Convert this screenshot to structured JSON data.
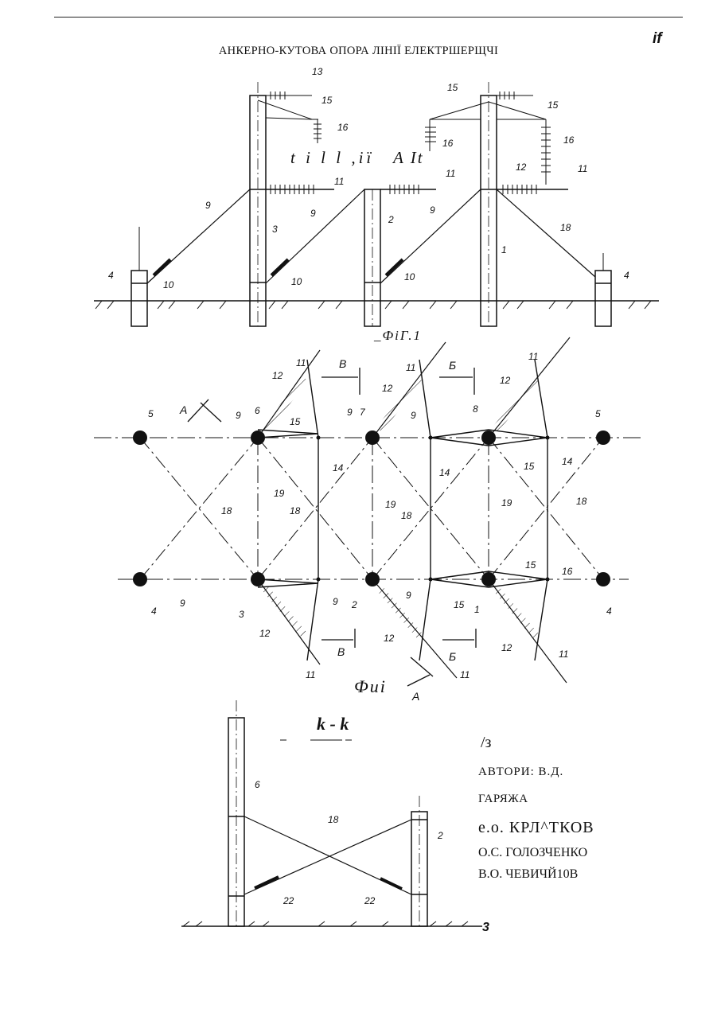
{
  "header": {
    "page_mark": "if",
    "title": "АНКЕРНО-КУТОВА ОПОРА ЛІНІЇ ЕЛЕКТРШЕРЩЧІ"
  },
  "figure1": {
    "annotation_left": "t i l l ,iï",
    "annotation_right": "A It",
    "caption": "_ФіГ.1",
    "labels": {
      "n1": "1",
      "n2": "2",
      "n3": "3",
      "n4": "4",
      "n9": "9",
      "n10": "10",
      "n11": "11",
      "n12": "12",
      "n13": "13",
      "n15": "15",
      "n16": "16",
      "n18": "18"
    }
  },
  "figure2": {
    "caption": "Фиі",
    "labels": {
      "n1": "1",
      "n2": "2",
      "n3": "3",
      "n4": "4",
      "n5": "5",
      "n6": "6",
      "n7": "7",
      "n8": "8",
      "n9": "9",
      "n11": "11",
      "n12": "12",
      "n14": "14",
      "n15": "15",
      "n16": "16",
      "n18": "18",
      "n19": "19",
      "A": "A",
      "B": "B",
      "Б": "Б"
    }
  },
  "figure3": {
    "section_title": "k - k",
    "mark": "/з",
    "labels": {
      "n2": "2",
      "n6": "6",
      "n18": "18",
      "n22": "22"
    }
  },
  "authors": {
    "label": "АВТОРИ: В.Д.",
    "lines": [
      "ГАРЯЖА",
      "е.о. КРЛ^ТКОВ",
      "О.С. ГОЛОЗЧЕНКО",
      "В.О.  ЧЕВИЧЙ10В"
    ]
  },
  "footer": {
    "page_number": "3"
  }
}
